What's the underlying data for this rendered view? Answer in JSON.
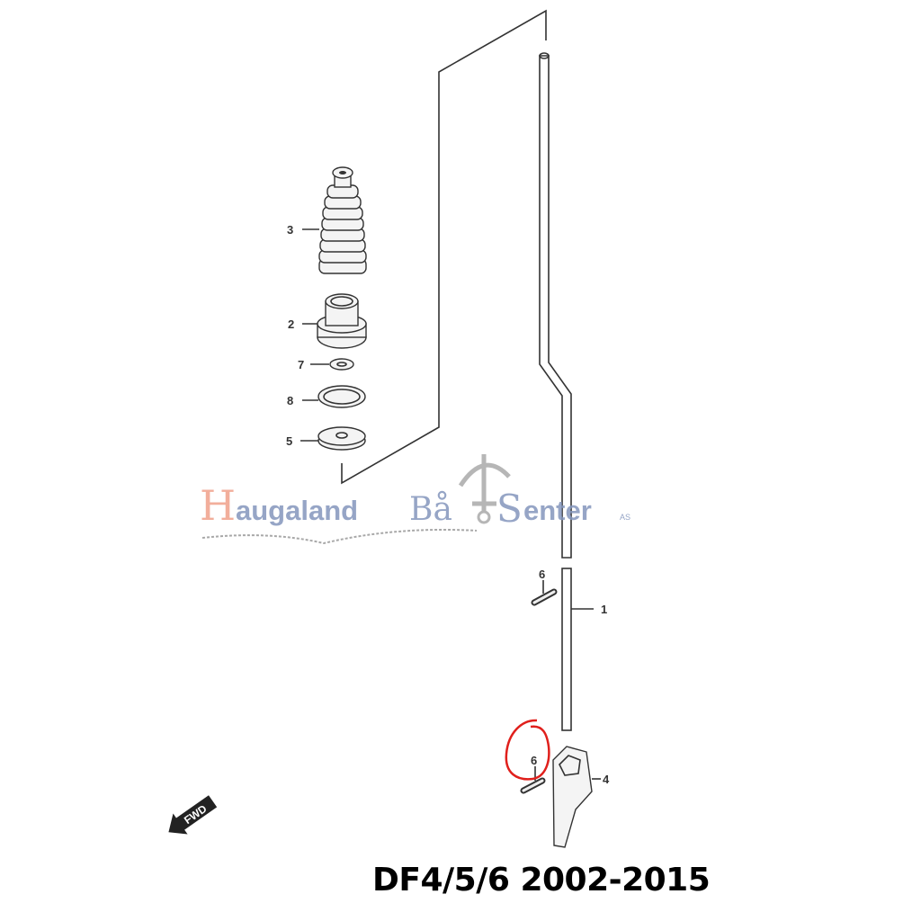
{
  "title": "DF4/5/6 2002-2015",
  "callouts": [
    "1",
    "2",
    "3",
    "4",
    "5",
    "6",
    "6",
    "7",
    "8"
  ],
  "direction_marker": "FWD",
  "watermark": {
    "part1": "Haugaland",
    "part2": "Båt",
    "part3": "Senter",
    "suffix": "AS"
  },
  "colors": {
    "line": "#333333",
    "highlight": "#e0201c",
    "watermark_red": "#f0a08a",
    "watermark_blue": "#8496bd"
  }
}
